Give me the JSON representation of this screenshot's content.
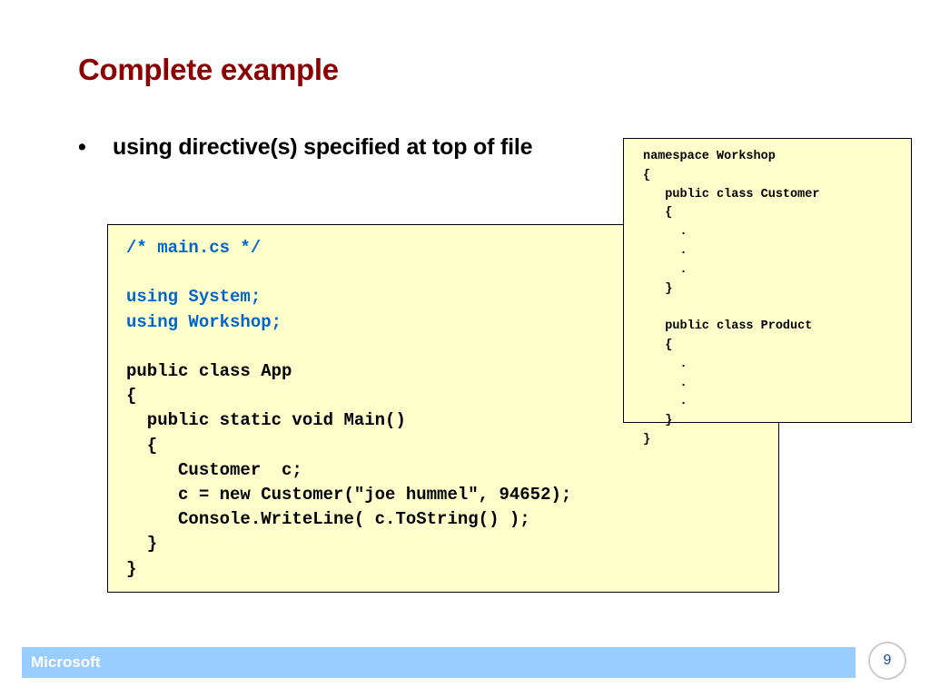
{
  "slide": {
    "title": "Complete example",
    "bullet_symbol": "•",
    "bullet_text": "using directive(s) specified at top of file"
  },
  "main_code": {
    "comment": "/* main.cs */",
    "using_1": "using System;",
    "using_2": "using Workshop;",
    "lines": [
      "public class App",
      "{",
      "  public static void Main()",
      "  {",
      "     Customer  c;",
      "     c = new Customer(\"joe hummel\", 94652);",
      "     Console.WriteLine( c.ToString() );",
      "  }",
      "}"
    ]
  },
  "namespace_code": {
    "lines": [
      "namespace Workshop",
      "{",
      "   public class Customer",
      "   {",
      "     .",
      "     .",
      "     .",
      "   }",
      "",
      "   public class Product",
      "   {",
      "     .",
      "     .",
      "     .",
      "   }",
      "}"
    ]
  },
  "footer": {
    "brand": "Microsoft",
    "page_number": "9"
  },
  "colors": {
    "title": "#8b0000",
    "code_background": "#ffffcc",
    "code_highlight": "#0066cc",
    "footer_bar": "#99ccff"
  }
}
